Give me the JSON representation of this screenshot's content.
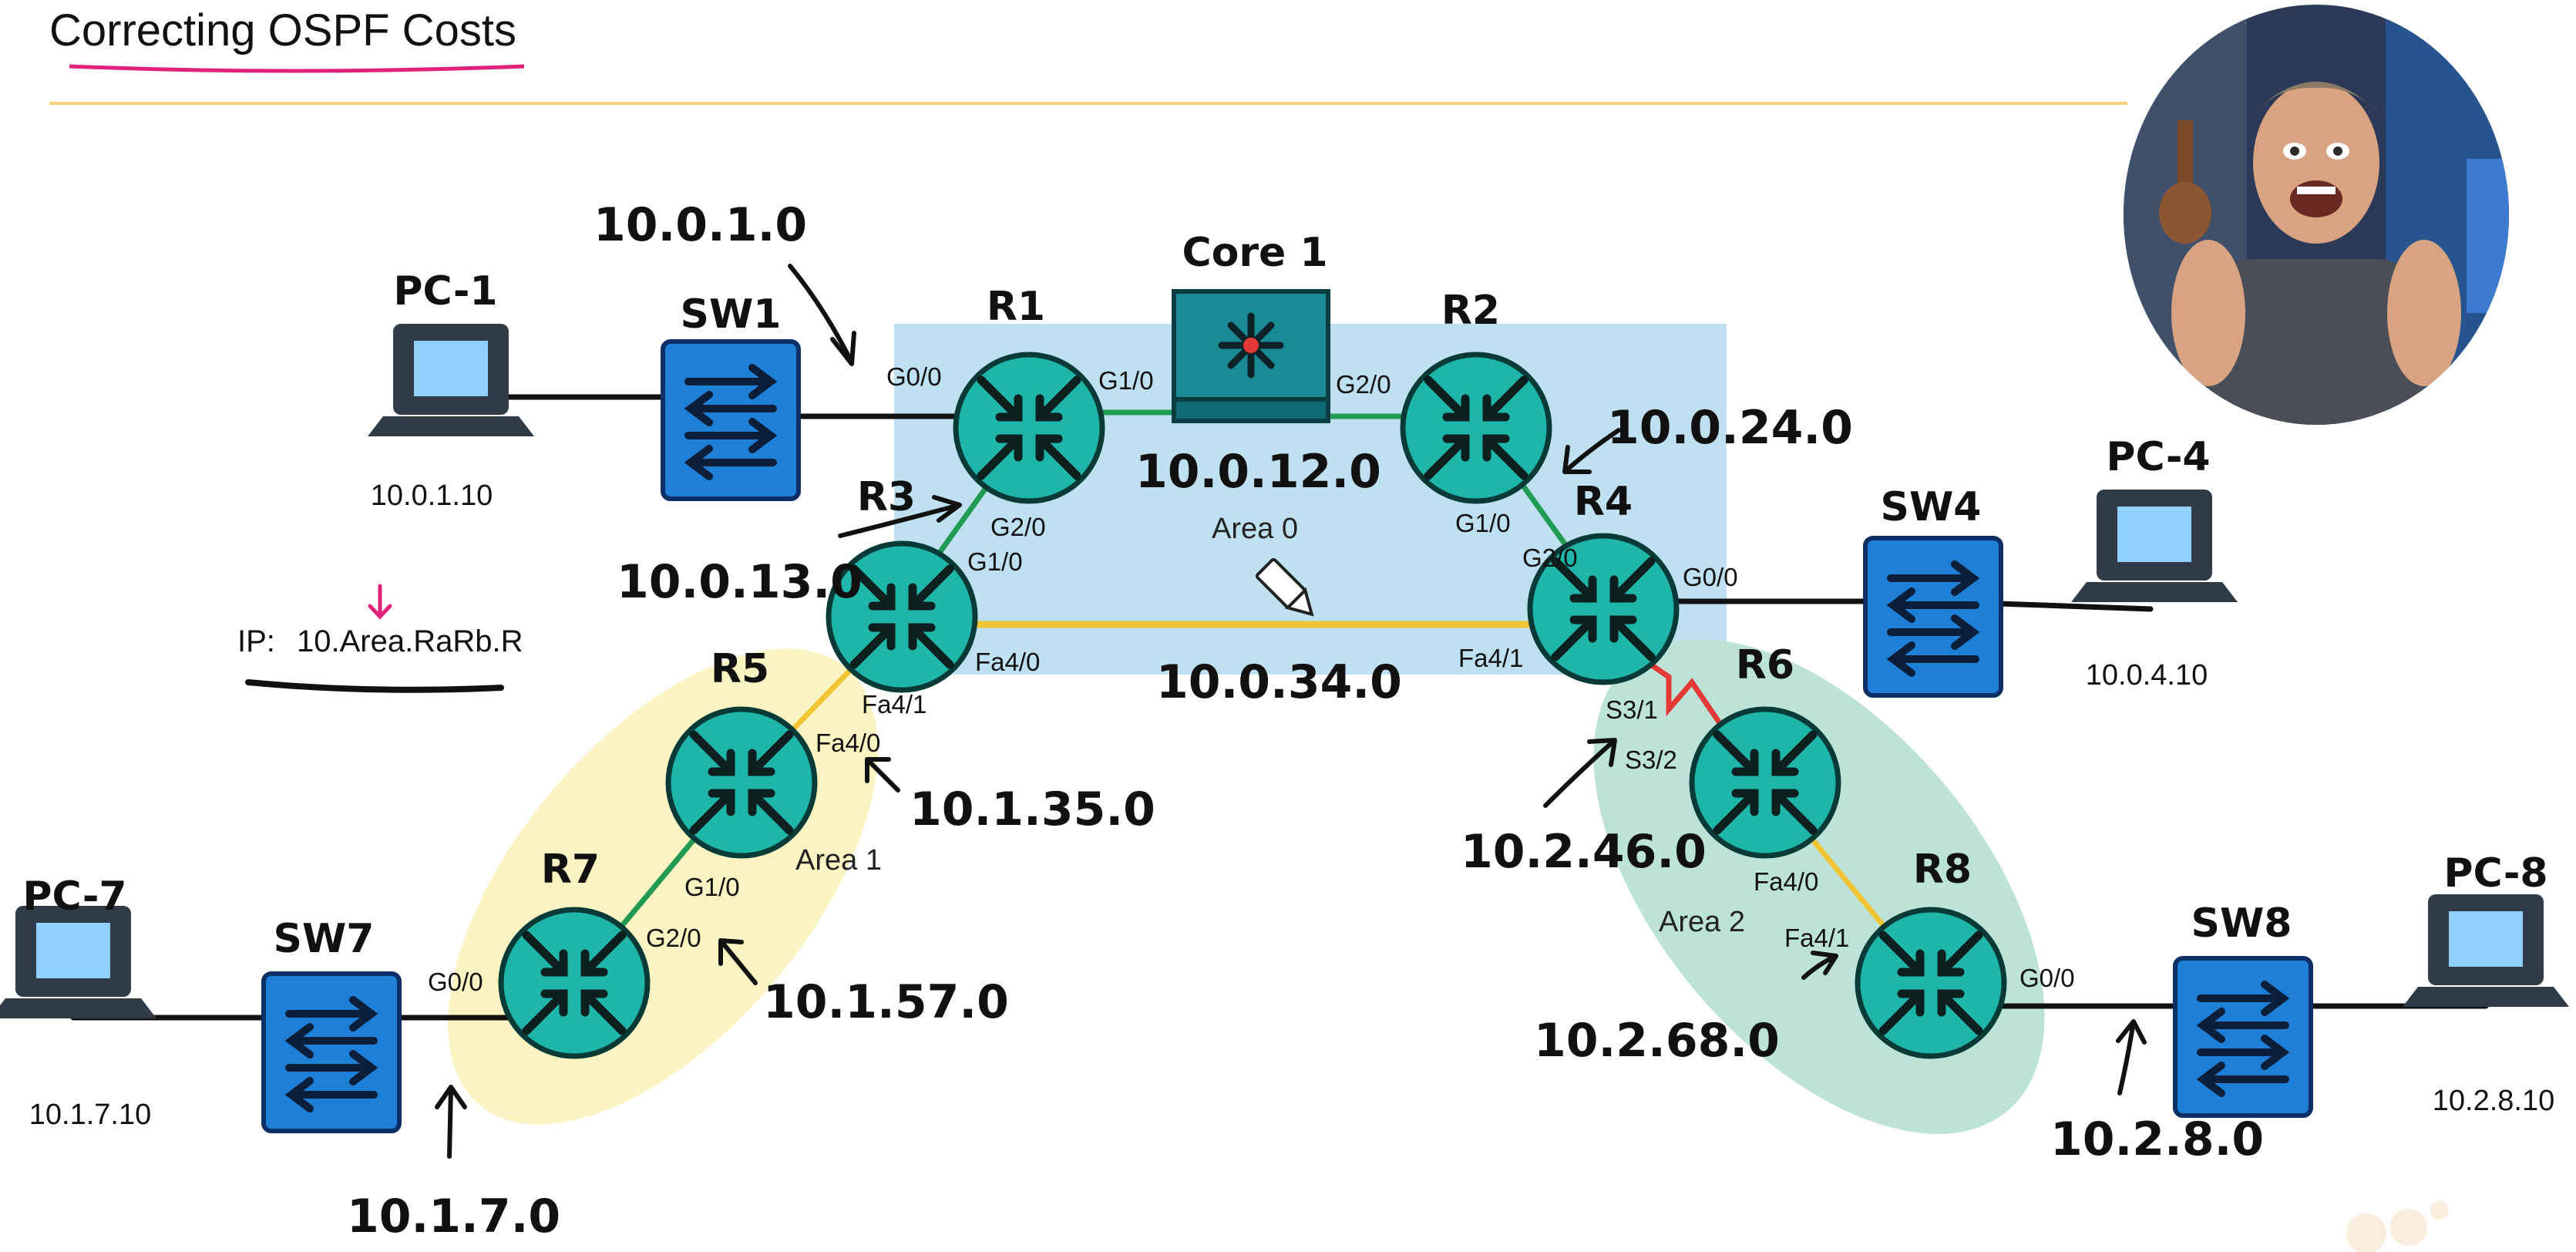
{
  "title": "Correcting OSPF Costs",
  "colors": {
    "title_underline": "#e0227a",
    "header_rule": "#f2d27a",
    "area0": "#bfe0f1",
    "area1": "#fbf4c2",
    "area2": "#bde3d9",
    "router_fill": "#1fb6aa",
    "switch_fill": "#1e7fd6",
    "link_black": "#111111",
    "link_green": "#219a53",
    "link_yellow": "#f1c433",
    "link_serial": "#e53935"
  },
  "ip_scheme": {
    "label": "IP:",
    "format": "10.Area.RaRb.R"
  },
  "areas": {
    "area0": "Area 0",
    "area1": "Area 1",
    "area2": "Area 2"
  },
  "devices": {
    "pc1": {
      "name": "PC-1",
      "ip": "10.0.1.10"
    },
    "pc4": {
      "name": "PC-4",
      "ip": "10.0.4.10"
    },
    "pc7": {
      "name": "PC-7",
      "ip": "10.1.7.10"
    },
    "pc8": {
      "name": "PC-8",
      "ip": "10.2.8.10"
    },
    "sw1": {
      "name": "SW1"
    },
    "sw4": {
      "name": "SW4"
    },
    "sw7": {
      "name": "SW7"
    },
    "sw8": {
      "name": "SW8"
    },
    "r1": {
      "name": "R1"
    },
    "r2": {
      "name": "R2"
    },
    "r3": {
      "name": "R3"
    },
    "r4": {
      "name": "R4"
    },
    "r5": {
      "name": "R5"
    },
    "r6": {
      "name": "R6"
    },
    "r7": {
      "name": "R7"
    },
    "r8": {
      "name": "R8"
    },
    "core1": {
      "name": "Core 1"
    }
  },
  "interfaces": {
    "r1_g00": "G0/0",
    "r1_g10": "G1/0",
    "r1_g20": "G2/0",
    "core_g20": "G2/0",
    "r2_g10": "G1/0",
    "r3_g10": "G1/0",
    "r3_fa40": "Fa4/0",
    "r3_fa41": "Fa4/1",
    "r5_fa40": "Fa4/0",
    "r5_g10": "G1/0",
    "r7_g20": "G2/0",
    "r7_g00": "G0/0",
    "r4_g20": "G2/0",
    "r4_g00": "G0/0",
    "r4_fa41": "Fa4/1",
    "r4_s31": "S3/1",
    "r6_s32": "S3/2",
    "r6_fa40": "Fa4/0",
    "r8_fa41": "Fa4/1",
    "r8_g00": "G0/0"
  },
  "networks": {
    "n_0_1": "10.0.1.0",
    "n_0_12": "10.0.12.0",
    "n_0_24": "10.0.24.0",
    "n_0_13": "10.0.13.0",
    "n_0_34": "10.0.34.0",
    "n_1_35": "10.1.35.0",
    "n_1_57": "10.1.57.0",
    "n_1_7": "10.1.7.0",
    "n_2_46": "10.2.46.0",
    "n_2_68": "10.2.68.0",
    "n_2_8": "10.2.8.0"
  }
}
